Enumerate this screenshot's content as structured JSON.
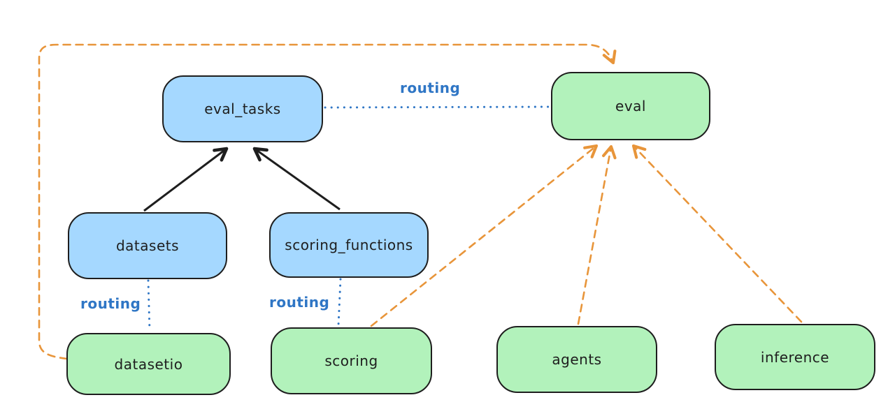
{
  "nodes": {
    "eval_tasks": {
      "label": "eval_tasks",
      "kind": "api",
      "fill": "#a5d8ff"
    },
    "eval": {
      "label": "eval",
      "kind": "provider",
      "fill": "#b2f2bb"
    },
    "datasets": {
      "label": "datasets",
      "kind": "api",
      "fill": "#a5d8ff"
    },
    "scoring_functions": {
      "label": "scoring_functions",
      "kind": "api",
      "fill": "#a5d8ff"
    },
    "datasetio": {
      "label": "datasetio",
      "kind": "provider",
      "fill": "#b2f2bb"
    },
    "scoring": {
      "label": "scoring",
      "kind": "provider",
      "fill": "#b2f2bb"
    },
    "agents": {
      "label": "agents",
      "kind": "provider",
      "fill": "#b2f2bb"
    },
    "inference": {
      "label": "inference",
      "kind": "provider",
      "fill": "#b2f2bb"
    }
  },
  "edges": [
    {
      "from": "datasets",
      "to": "eval_tasks",
      "style": "solid",
      "arrow": true,
      "color": "#1e1e1e",
      "label": ""
    },
    {
      "from": "scoring_functions",
      "to": "eval_tasks",
      "style": "solid",
      "arrow": true,
      "color": "#1e1e1e",
      "label": ""
    },
    {
      "from": "eval_tasks",
      "to": "eval",
      "style": "dotted",
      "arrow": false,
      "color": "#2f76c5",
      "label": "routing"
    },
    {
      "from": "datasets",
      "to": "datasetio",
      "style": "dotted",
      "arrow": false,
      "color": "#2f76c5",
      "label": "routing"
    },
    {
      "from": "scoring_functions",
      "to": "scoring",
      "style": "dotted",
      "arrow": false,
      "color": "#2f76c5",
      "label": "routing"
    },
    {
      "from": "datasetio",
      "to": "eval",
      "style": "dashed",
      "arrow": true,
      "color": "#e8953a",
      "label": ""
    },
    {
      "from": "scoring",
      "to": "eval",
      "style": "dashed",
      "arrow": true,
      "color": "#e8953a",
      "label": ""
    },
    {
      "from": "agents",
      "to": "eval",
      "style": "dashed",
      "arrow": true,
      "color": "#e8953a",
      "label": ""
    },
    {
      "from": "inference",
      "to": "eval",
      "style": "dashed",
      "arrow": true,
      "color": "#e8953a",
      "label": ""
    }
  ],
  "colors": {
    "background": "#ffffff",
    "node_border": "#1e1e1e",
    "api_fill_blue": "#a5d8ff",
    "provider_fill_green": "#b2f2bb",
    "routing_blue": "#2f76c5",
    "provider_orange": "#e8953a",
    "solid_black": "#1e1e1e"
  }
}
